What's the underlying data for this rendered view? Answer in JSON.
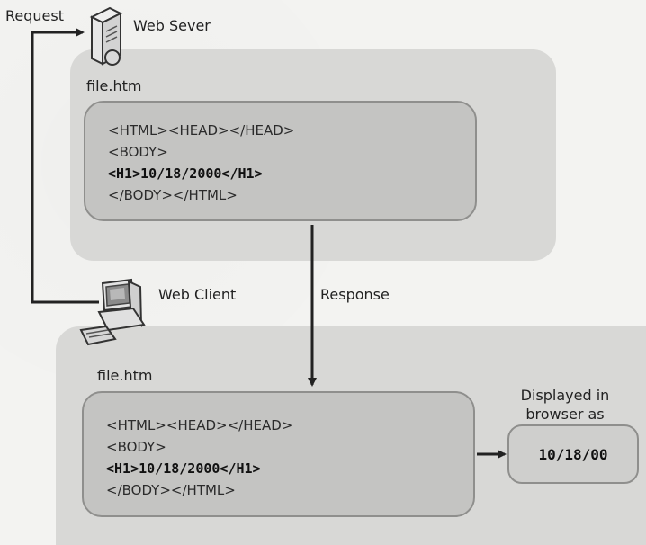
{
  "labels": {
    "request": "Request",
    "response": "Response",
    "web_server": "Web Sever",
    "web_client": "Web Client",
    "server_file": "file.htm",
    "client_file": "file.htm",
    "displayed_in": "Displayed in",
    "browser_as": "browser as"
  },
  "server_code": {
    "line1": "<HTML><HEAD></HEAD>",
    "line2": "<BODY>",
    "line3": "<H1>10/18/2000</H1>",
    "line4": "</BODY></HTML>"
  },
  "client_code": {
    "line1": "<HTML><HEAD></HEAD>",
    "line2": "<BODY>",
    "line3": "<H1>10/18/2000</H1>",
    "line4": "</BODY></HTML>"
  },
  "result": {
    "value": "10/18/00"
  },
  "icons": {
    "server": "server-icon",
    "client": "desktop-computer-icon"
  },
  "colors": {
    "outer_panel": "#d8d8d6",
    "code_box": "#c4c4c2",
    "line": "#222222"
  }
}
